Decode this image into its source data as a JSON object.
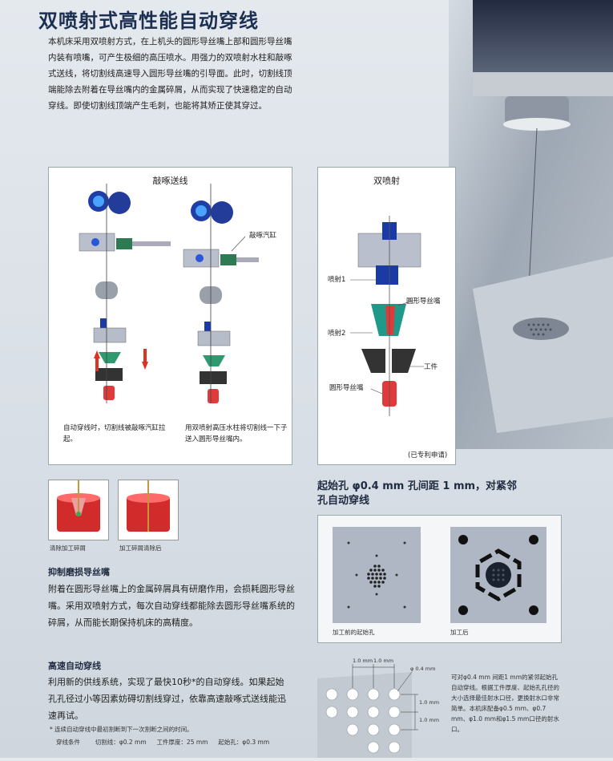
{
  "page": {
    "title": "双喷射式高性能自动穿线",
    "intro": "本机床采用双喷射方式，在上机头的圆形导丝嘴上部和圆形导丝嘴内装有喷嘴，可产生极细的高压喷水。用强力的双喷射水柱和敲啄式送线，将切割线高速导入圆形导丝嘴的引导面。此时，切割线顶端能除去附着在导丝嘴内的金属碎屑，从而实现了快速稳定的自动穿线。即使切割线顶端产生毛刺，也能将其矫正使其穿过。"
  },
  "feed_panel": {
    "title": "敲啄送线",
    "label_cylinder": "敲啄汽缸",
    "caption_left": "自动穿线时，切割线被敲啄汽缸拉起。",
    "caption_right": "用双喷射高压水柱将切割线一下子送入圆形导丝嘴内。"
  },
  "jet_panel": {
    "title": "双喷射",
    "label_jet1": "喷射1",
    "label_round_guide_top": "圆形导丝嘴",
    "label_jet2": "喷射2",
    "label_workpiece": "工件",
    "label_round_guide_bottom": "圆形导丝嘴",
    "patent": "(已专利申请)"
  },
  "thumbs": {
    "left_caption": "清除加工碎屑",
    "right_caption": "加工碎屑清除后"
  },
  "wear": {
    "heading": "抑制磨损导丝嘴",
    "body": "附着在圆形导丝嘴上的金属碎屑具有研磨作用，会损耗圆形导丝嘴。采用双喷射方式，每次自动穿线都能除去圆形导丝嘴系统的碎屑，从而能长期保持机床的高精度。"
  },
  "holes": {
    "headline_line1": "起始孔 φ0.4 mm 孔间距 1 mm，对紧邻",
    "headline_line2": "孔自动穿线",
    "caption_before": "加工前的起始孔",
    "caption_after": "加工后"
  },
  "speed": {
    "heading": "高速自动穿线",
    "body": "利用新的供线系统，实现了最快10秒*的自动穿线。如果起始孔孔径过小等因素妨碍切割线穿过，依靠高速敲啄式送线能迅速再试。",
    "footnote": "* 连续自动穿线中最初割断到下一次割断之间的时间。",
    "conditions_label": "穿线条件",
    "wire": "切割线：φ0.2 mm",
    "thickness": "工件厚度：25 mm",
    "start_hole": "起始孔：φ0.3 mm"
  },
  "grid": {
    "pitch_a": "1.0 mm",
    "pitch_b": "1.0 mm",
    "diameter": "φ 0.4 mm",
    "pitch_c": "1.0 mm",
    "pitch_d": "1.0 mm",
    "note": "可对φ0.4 mm 间距1 mm的紧邻起始孔自动穿线。根据工件厚度、起始孔孔径的大小选择最佳射水口径，更换射水口非常简单。本机床配备φ0.5 mm、φ0.7 mm、φ1.0 mm和φ1.5 mm口径的射水口。"
  }
}
